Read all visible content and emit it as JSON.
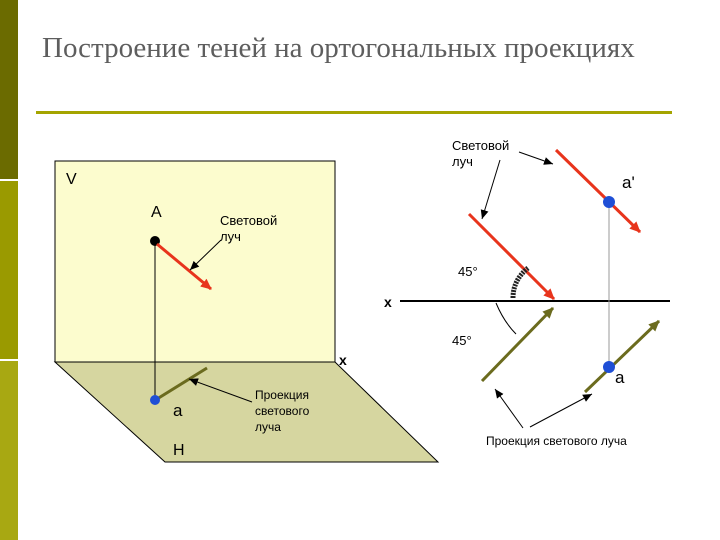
{
  "title": "Построение теней на ортогональных проекциях",
  "colors": {
    "sidebar_dark": "#6b6b00",
    "sidebar_mid": "#9a9a00",
    "sidebar_light": "#a8a812",
    "title_rule": "#a4a400",
    "v_plane": "#fcfcce",
    "h_plane": "#d6d6a0",
    "light_ray": "#e8341c",
    "ray_projection": "#6b6b1e",
    "point_blue": "#1f4fd6",
    "point_black": "#000000",
    "line": "#000000",
    "arc_hatch": "#222222"
  },
  "left_view": {
    "plane_v_label": "V",
    "plane_h_label": "H",
    "point_A_label": "A",
    "point_a_label": "a",
    "axis_label": "x",
    "ray_label": "Световой\nлуч",
    "projection_label": "Проекция\nсветового\nлуча"
  },
  "right_view": {
    "ray_label": "Световой\nлуч",
    "point_a_prime_label": "a'",
    "point_a_label": "a",
    "axis_label": "x",
    "angle_top_label": "45°",
    "angle_bottom_label": "45°",
    "projection_label": "Проекция светового луча"
  }
}
